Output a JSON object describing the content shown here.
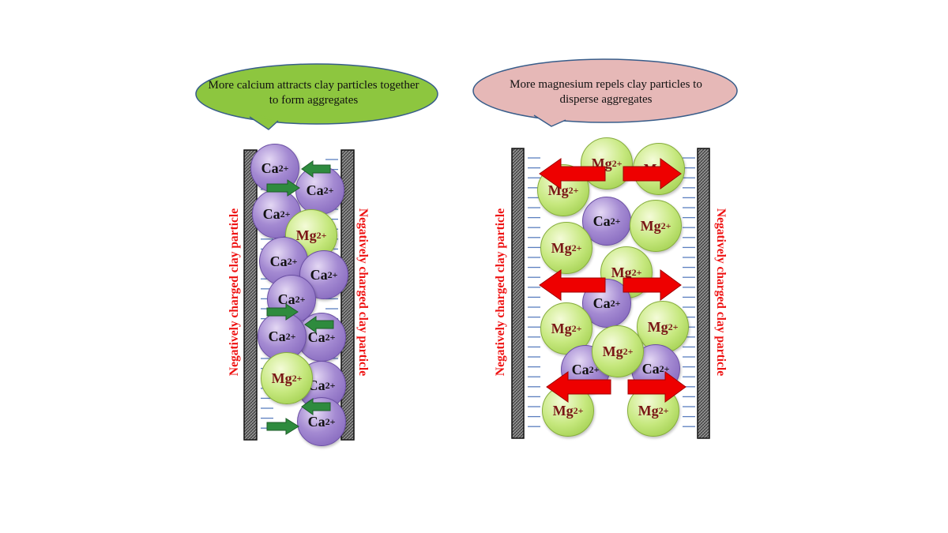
{
  "left_panel": {
    "callout_text": "More calcium attracts clay particles together to form aggregates",
    "left_plate_label": "Negatively charged clay particle",
    "right_plate_label": "Negatively charged clay particle",
    "ions": [
      {
        "symbol": "Ca",
        "charge": "2+"
      },
      {
        "symbol": "Ca",
        "charge": "2+"
      },
      {
        "symbol": "Ca",
        "charge": "2+"
      },
      {
        "symbol": "Mg",
        "charge": "2+"
      },
      {
        "symbol": "Ca",
        "charge": "2+"
      },
      {
        "symbol": "Ca",
        "charge": "2+"
      },
      {
        "symbol": "Ca",
        "charge": "2+"
      },
      {
        "symbol": "Ca",
        "charge": "2+"
      },
      {
        "symbol": "Ca",
        "charge": "2+"
      },
      {
        "symbol": "Mg",
        "charge": "2+"
      },
      {
        "symbol": "Ca",
        "charge": "2+"
      },
      {
        "symbol": "Ca",
        "charge": "2+"
      }
    ]
  },
  "right_panel": {
    "callout_text": "More magnesium repels clay particles to disperse aggregates",
    "left_plate_label": "Negatively charged clay particle",
    "right_plate_label": "Negatively charged clay particle",
    "ions": [
      {
        "symbol": "Mg",
        "charge": "2+"
      },
      {
        "symbol": "Mg",
        "charge": "2+"
      },
      {
        "symbol": "Mg",
        "charge": "2+"
      },
      {
        "symbol": "Ca",
        "charge": "2+"
      },
      {
        "symbol": "Mg",
        "charge": "2+"
      },
      {
        "symbol": "Mg",
        "charge": "2+"
      },
      {
        "symbol": "Mg",
        "charge": "2+"
      },
      {
        "symbol": "Ca",
        "charge": "2+"
      },
      {
        "symbol": "Mg",
        "charge": "2+"
      },
      {
        "symbol": "Mg",
        "charge": "2+"
      },
      {
        "symbol": "Ca",
        "charge": "2+"
      },
      {
        "symbol": "Ca",
        "charge": "2+"
      },
      {
        "symbol": "Mg",
        "charge": "2+"
      },
      {
        "symbol": "Mg",
        "charge": "2+"
      },
      {
        "symbol": "Mg",
        "charge": "2+"
      }
    ]
  },
  "colors": {
    "calcium": "#9b7fcf",
    "magnesium": "#bfe37a",
    "callout_left_fill": "#8dc63f",
    "callout_right_fill": "#e6b8b7",
    "label_text": "#ee1111",
    "attract_arrow": "#2e8b3e",
    "repel_arrow": "#ee0000"
  }
}
